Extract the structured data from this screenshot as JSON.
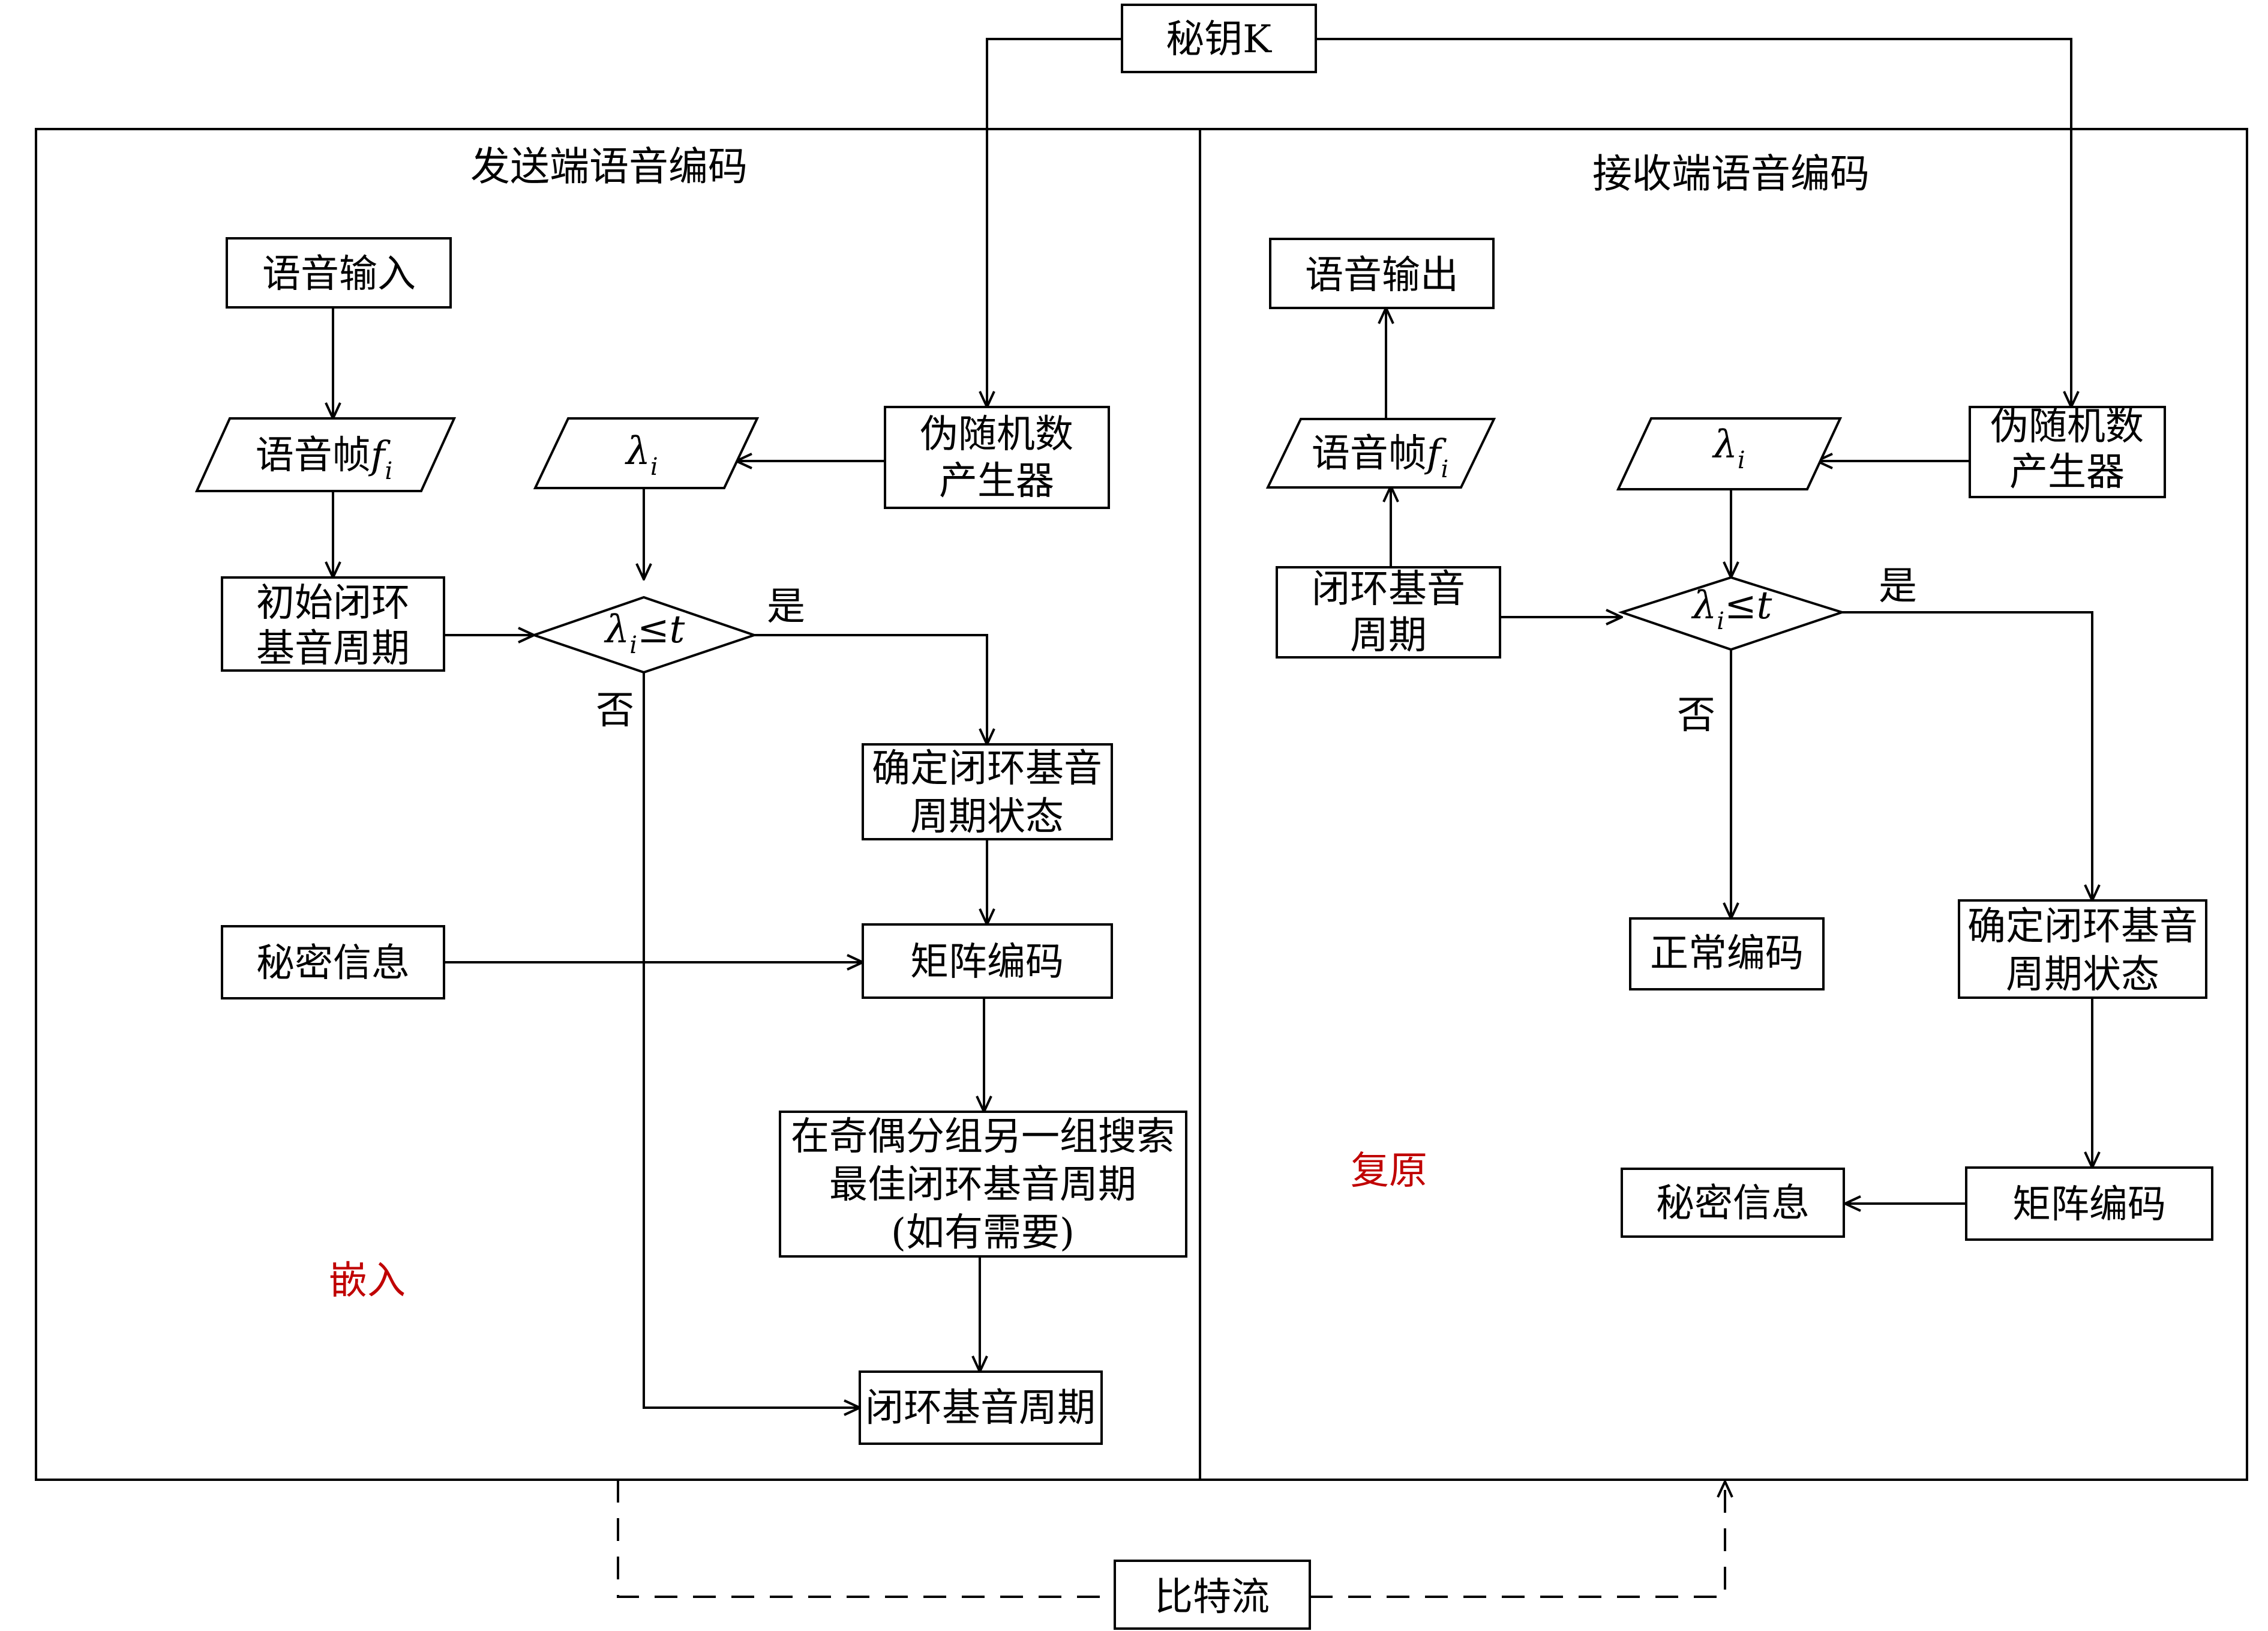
{
  "key": {
    "label": "秘钥K"
  },
  "sender": {
    "title": "发送端语音编码",
    "speech_input": "语音输入",
    "speech_frame": {
      "text": "语音帧",
      "var": "f",
      "sub": "i"
    },
    "lambda": {
      "var": "λ",
      "sub": "i"
    },
    "prng": [
      "伪随机数",
      "产生器"
    ],
    "initial_pitch": [
      "初始闭环",
      "基音周期"
    ],
    "decision": {
      "var": "λ",
      "sub": "i",
      "rel": "≤",
      "t": "t"
    },
    "yes": "是",
    "no": "否",
    "determine_state": [
      "确定闭环基音",
      "周期状态"
    ],
    "secret_info": "秘密信息",
    "matrix_encoding": "矩阵编码",
    "search": [
      "在奇偶分组另一组搜索",
      "最佳闭环基音周期",
      "(如有需要)"
    ],
    "pitch_out": "闭环基音周期",
    "tag_embed": "嵌入"
  },
  "receiver": {
    "title": "接收端语音编码",
    "speech_output": "语音输出",
    "speech_frame": {
      "text": "语音帧",
      "var": "f",
      "sub": "i"
    },
    "lambda": {
      "var": "λ",
      "sub": "i"
    },
    "prng": [
      "伪随机数",
      "产生器"
    ],
    "pitch": [
      "闭环基音",
      "周期"
    ],
    "decision": {
      "var": "λ",
      "sub": "i",
      "rel": "≤",
      "t": "t"
    },
    "yes": "是",
    "no": "否",
    "normal_encoding": "正常编码",
    "determine_state": [
      "确定闭环基音",
      "周期状态"
    ],
    "matrix_encoding": "矩阵编码",
    "secret_info": "秘密信息",
    "tag_restore": "复原"
  },
  "bitstream": {
    "label": "比特流"
  },
  "colors": {
    "tag": "#c00000",
    "line": "#000000"
  }
}
